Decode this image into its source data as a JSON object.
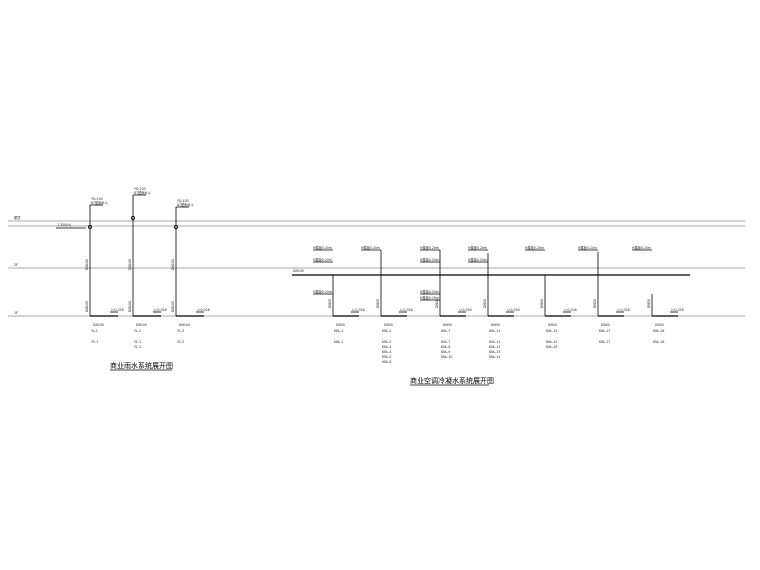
{
  "floors": [
    {
      "label": "屋顶"
    },
    {
      "label": "2F"
    },
    {
      "label": "1F"
    }
  ],
  "roof_elev": "7.350(H)",
  "rain": {
    "title": "商业雨水系统展开图",
    "risers": [
      {
        "id": "YL-1",
        "top": [
          "YD-100",
          "87型雨水斗"
        ],
        "size": "DN100",
        "outlet": "DN100",
        "tags": [
          "YC-1"
        ]
      },
      {
        "id": "YL-2",
        "top": [
          "YD-100",
          "87型雨水斗"
        ],
        "size": "DN100",
        "outlet": "DN100",
        "tags": [
          "YC-1",
          "YC-2"
        ]
      },
      {
        "id": "YL-3",
        "top": [
          "YD-100",
          "87型雨水斗"
        ],
        "size": "DN100",
        "outlet": "DN100",
        "tags": [
          "YC-3"
        ]
      }
    ]
  },
  "cond": {
    "title": "商业空调冷凝水系统展开图",
    "trunk_label": "DN100",
    "risers": [
      {
        "id": "KNL-1",
        "labels": [
          "H楼板0.20m",
          "H楼板0.20m",
          "H楼板0.20m"
        ],
        "size": "DN50",
        "outlet": "DN50",
        "tags": [
          "KNL-1"
        ]
      },
      {
        "id": "KNL-2",
        "labels": [
          "H楼板0.20m"
        ],
        "size": "DN50",
        "outlet": "DN50",
        "tags": [
          "KNL-2",
          "KNL-3",
          "KNL-4",
          "KNL-5",
          "KNL-6"
        ]
      },
      {
        "id": "KNL-7",
        "labels": [
          "H楼板0.20m",
          "H楼板0.20m",
          "H楼板0.20m",
          "H楼板0.20m"
        ],
        "size": "DN50",
        "outlet": "DN50",
        "tags": [
          "KNL-7",
          "KNL-8",
          "KNL-9",
          "KNL-10"
        ]
      },
      {
        "id": "KNL-11",
        "labels": [
          "H楼板0.20m",
          "H楼板0.20m"
        ],
        "size": "DN50",
        "outlet": "DN50",
        "tags": [
          "KNL-11",
          "KNL-12",
          "KNL-13",
          "KNL-14"
        ]
      },
      {
        "id": "KNL-15",
        "labels": [
          "H楼板0.20m"
        ],
        "size": "DN50",
        "outlet": "DN50",
        "tags": [
          "KNL-15",
          "KNL-16"
        ]
      },
      {
        "id": "KNL-17",
        "labels": [
          "H楼板0.20m"
        ],
        "size": "DN50",
        "outlet": "DN50",
        "tags": [
          "KNL-17"
        ]
      },
      {
        "id": "KNL-18",
        "labels": [
          "H楼板0.20m"
        ],
        "size": "DN50",
        "outlet": "DN50",
        "tags": [
          "KNL-18"
        ]
      }
    ]
  },
  "outlet_label": "i=0.026"
}
